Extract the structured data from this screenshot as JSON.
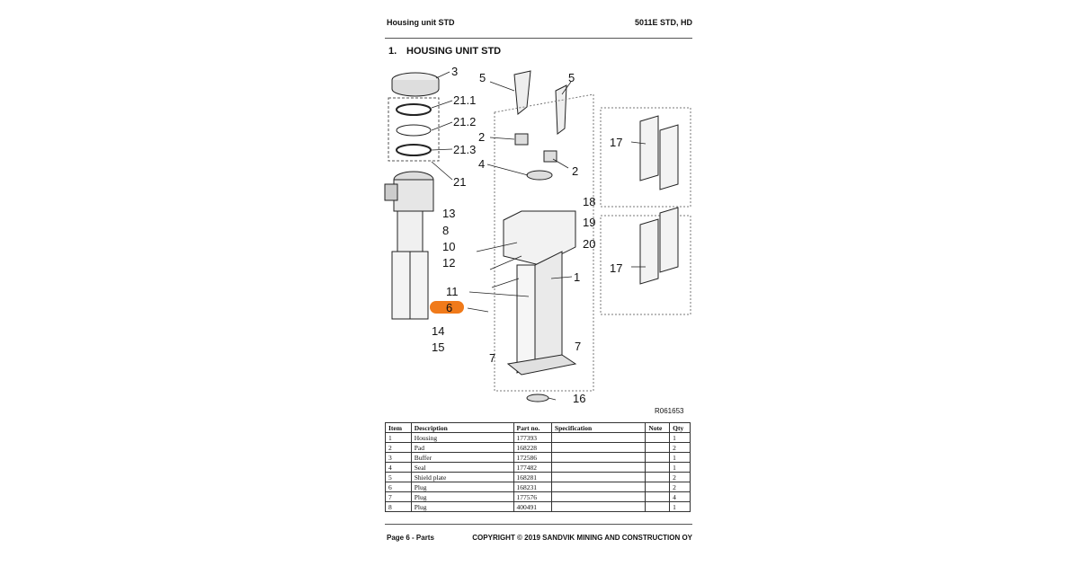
{
  "header": {
    "left": "Housing unit STD",
    "right": "5011E STD, HD"
  },
  "section": {
    "number": "1.",
    "title": "HOUSING UNIT STD"
  },
  "diagram": {
    "reference": "R061653",
    "highlight_color": "#f07a1a",
    "callouts": [
      "3",
      "21.1",
      "21.2",
      "21.3",
      "21",
      "5",
      "5",
      "2",
      "2",
      "4",
      "18",
      "19",
      "20",
      "17",
      "17",
      "13",
      "8",
      "10",
      "12",
      "1",
      "11",
      "6",
      "14",
      "15",
      "7",
      "7",
      "16"
    ]
  },
  "table": {
    "headers": [
      "Item",
      "Description",
      "Part no.",
      "Specification",
      "Note",
      "Qty"
    ],
    "rows": [
      [
        "1",
        "Housing",
        "177393",
        "",
        "",
        "1"
      ],
      [
        "2",
        "Pad",
        "168228",
        "",
        "",
        "2"
      ],
      [
        "3",
        "Buffer",
        "172586",
        "",
        "",
        "1"
      ],
      [
        "4",
        "Seal",
        "177482",
        "",
        "",
        "1"
      ],
      [
        "5",
        "Shield plate",
        "168281",
        "",
        "",
        "2"
      ],
      [
        "6",
        "Plug",
        "168231",
        "",
        "",
        "2"
      ],
      [
        "7",
        "Plug",
        "177576",
        "",
        "",
        "4"
      ],
      [
        "8",
        "Plug",
        "400491",
        "",
        "",
        "1"
      ]
    ]
  },
  "footer": {
    "left": "Page 6 - Parts",
    "right": "COPYRIGHT © 2019 SANDVIK MINING AND CONSTRUCTION OY"
  }
}
